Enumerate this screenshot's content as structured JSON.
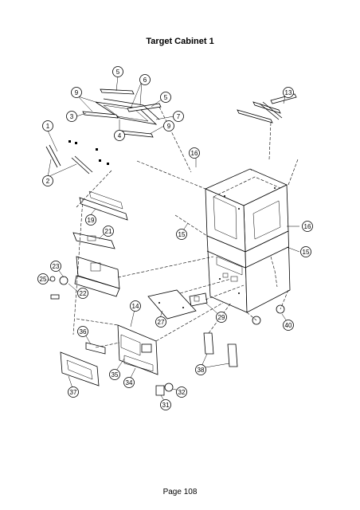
{
  "title": "Target Cabinet 1",
  "page_number": "Page 108",
  "callouts": [
    {
      "id": "c1",
      "label": "1"
    },
    {
      "id": "c2",
      "label": "2"
    },
    {
      "id": "c3",
      "label": "3"
    },
    {
      "id": "c4",
      "label": "4"
    },
    {
      "id": "c5a",
      "label": "5"
    },
    {
      "id": "c5b",
      "label": "5"
    },
    {
      "id": "c6",
      "label": "6"
    },
    {
      "id": "c7",
      "label": "7"
    },
    {
      "id": "c9a",
      "label": "9"
    },
    {
      "id": "c9b",
      "label": "9"
    },
    {
      "id": "c13",
      "label": "13"
    },
    {
      "id": "c14",
      "label": "14"
    },
    {
      "id": "c15a",
      "label": "15"
    },
    {
      "id": "c15b",
      "label": "15"
    },
    {
      "id": "c16a",
      "label": "16"
    },
    {
      "id": "c16b",
      "label": "16"
    },
    {
      "id": "c19",
      "label": "19"
    },
    {
      "id": "c21",
      "label": "21"
    },
    {
      "id": "c22",
      "label": "22"
    },
    {
      "id": "c23",
      "label": "23"
    },
    {
      "id": "c25",
      "label": "25"
    },
    {
      "id": "c27",
      "label": "27"
    },
    {
      "id": "c29",
      "label": "29"
    },
    {
      "id": "c31",
      "label": "31"
    },
    {
      "id": "c32",
      "label": "32"
    },
    {
      "id": "c34",
      "label": "34"
    },
    {
      "id": "c35",
      "label": "35"
    },
    {
      "id": "c36",
      "label": "36"
    },
    {
      "id": "c37",
      "label": "37"
    },
    {
      "id": "c38",
      "label": "38"
    },
    {
      "id": "c40",
      "label": "40"
    }
  ]
}
